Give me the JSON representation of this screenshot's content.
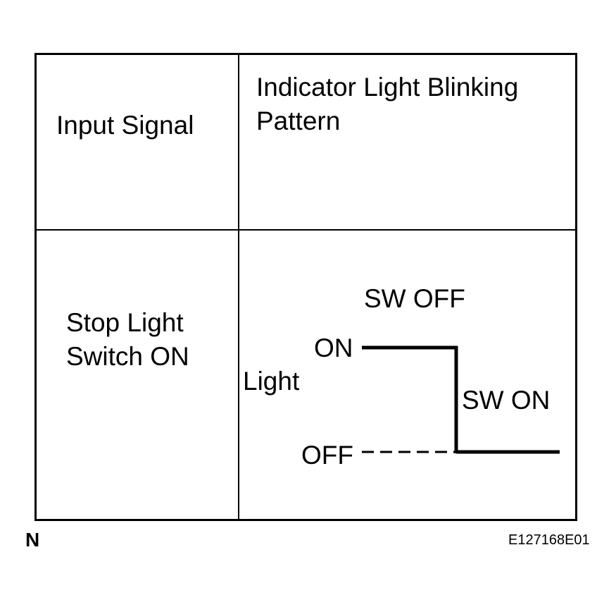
{
  "header": {
    "col1": "Input Signal",
    "col2_line1": "Indicator Light Blinking",
    "col2_line2": "Pattern"
  },
  "row": {
    "input_line1": "Stop Light",
    "input_line2": "Switch ON"
  },
  "diagram": {
    "sw_off_label": "SW OFF",
    "sw_on_label": "SW ON",
    "level_on_label": "ON",
    "level_off_label": "OFF",
    "axis_label": "Light"
  },
  "footer": {
    "corner_mark": "N",
    "figure_id": "E127168E01"
  },
  "colors": {
    "line": "#000000",
    "background": "#ffffff"
  }
}
